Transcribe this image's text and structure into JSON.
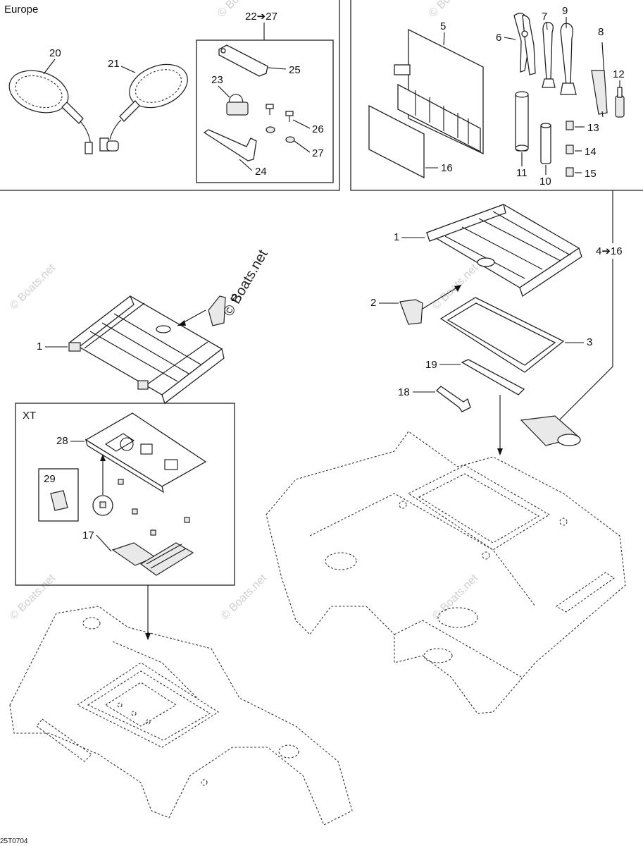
{
  "boxes": {
    "europe_label": "Europe",
    "xt_label": "XT",
    "range_22_27": "22➔27",
    "range_4_16": "4➔16"
  },
  "callouts": {
    "c1a": "1",
    "c1b": "1",
    "c2a": "2",
    "c2b": "2",
    "c3": "3",
    "c5": "5",
    "c6": "6",
    "c7": "7",
    "c8": "8",
    "c9": "9",
    "c10": "10",
    "c11": "11",
    "c12": "12",
    "c13": "13",
    "c14": "14",
    "c15": "15",
    "c16": "16",
    "c17": "17",
    "c18": "18",
    "c19": "19",
    "c20": "20",
    "c21": "21",
    "c23": "23",
    "c24": "24",
    "c25": "25",
    "c26": "26",
    "c27": "27",
    "c28": "28",
    "c29": "29"
  },
  "watermark": {
    "brand": "© Boats.net",
    "faint": "© Boats.net"
  },
  "drawing_code": "25T0704"
}
